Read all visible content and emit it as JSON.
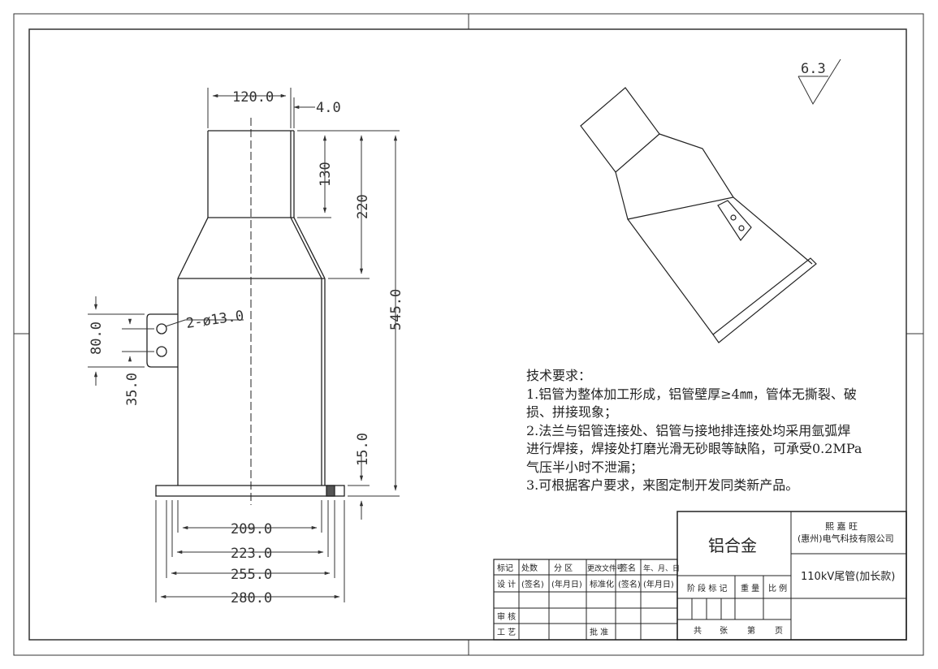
{
  "surface_roughness": "6.3",
  "dimensions": {
    "top_diameter": "120.0",
    "wall_thickness": "4.0",
    "top_section_height": "130",
    "upper_height": "220",
    "total_height": "545.0",
    "hole_spacing": "80.0",
    "hole_offset": "35.0",
    "holes": "2-ø13.0",
    "flange_thickness": "15.0",
    "d1": "209.0",
    "d2": "223.0",
    "d3": "255.0",
    "d4": "280.0"
  },
  "tech_requirements": {
    "title": "技术要求：",
    "lines": [
      "1.铝管为整体加工形成，铝管壁厚≥4㎜，管体无撕裂、破",
      "损、拼接现象；",
      "2.法兰与铝管连接处、铝管与接地排连接处均采用氩弧焊",
      "进行焊接，焊接处打磨光滑无砂眼等缺陷，可承受0.2MPa",
      "气压半小时不泄漏；",
      "3.可根据客户要求，来图定制开发同类新产品。"
    ]
  },
  "title_block": {
    "material": "铝合金",
    "company_line1": "熙 嘉 旺",
    "company_line2": "(惠州)电气科技有限公司",
    "product_name": "110kV尾管(加长款)",
    "rev_headers": [
      "标记",
      "处数",
      "分 区",
      "更改文件号",
      "签名",
      "年、月、日"
    ],
    "row_design": [
      "设 计",
      "(签名)",
      "(年月日)",
      "标准化",
      "(签名)",
      "(年月日)"
    ],
    "stage_labels": [
      "阶 段 标 记",
      "重 量",
      "比 例"
    ],
    "review": "审 核",
    "process": "工 艺",
    "approve": "批 准",
    "sheets": [
      "共",
      "张",
      "第",
      "页"
    ]
  }
}
